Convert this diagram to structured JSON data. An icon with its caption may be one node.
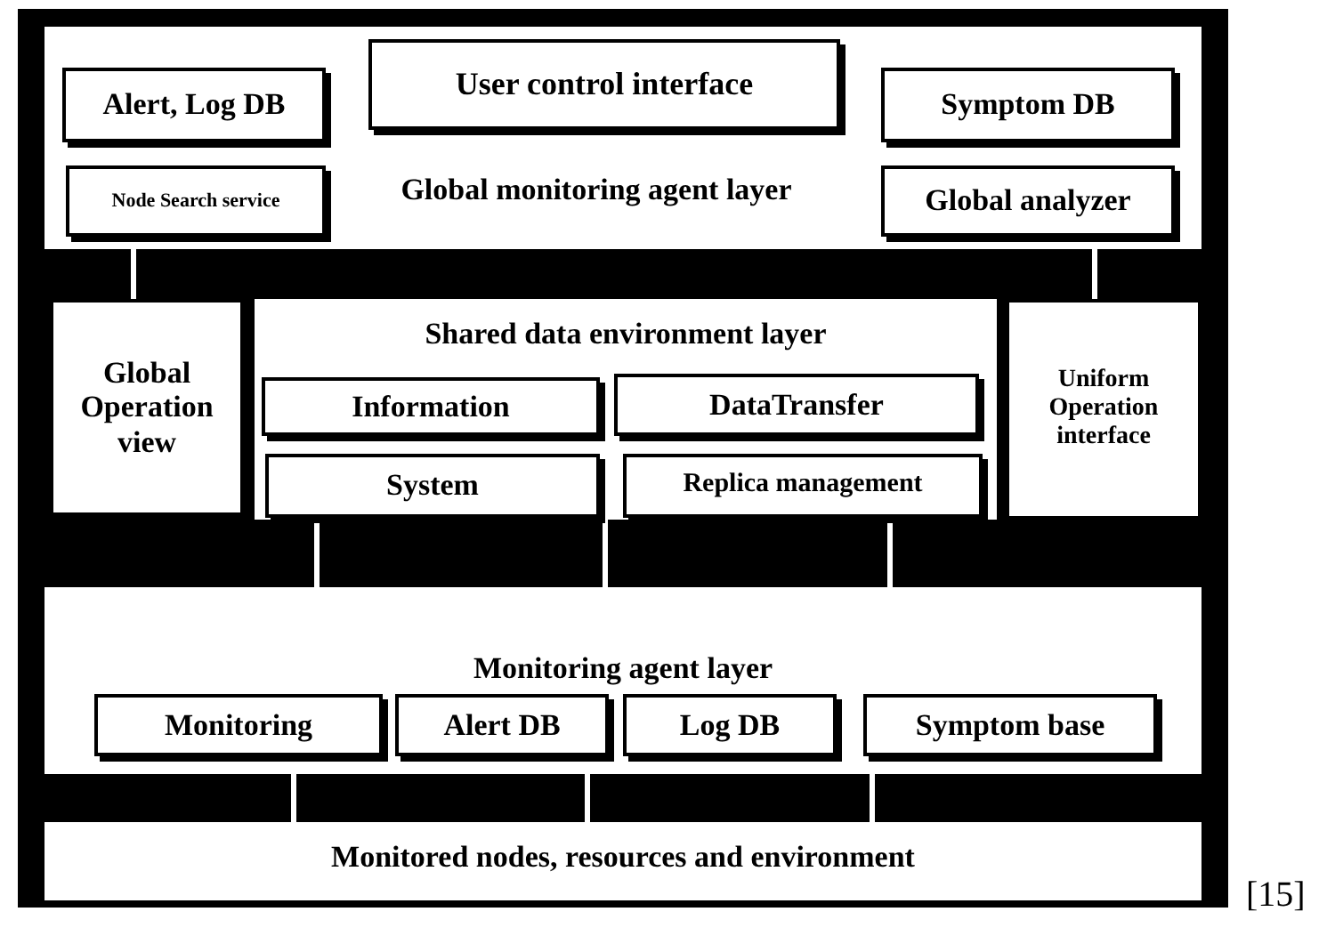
{
  "diagram": {
    "nodes": [
      {
        "text": [
          "Global monitoring agent layer"
        ]
      },
      {
        "text": [
          "Alert, Log DB"
        ],
        "in": 0
      },
      {
        "text": [
          "User control interface"
        ],
        "in": 0
      },
      {
        "text": [
          "Symptom DB"
        ],
        "in": 0
      },
      {
        "text": [
          "Node Search service"
        ],
        "in": 0
      },
      {
        "text": [
          "Global analyzer"
        ],
        "in": 0
      },
      {
        "text": [
          "Global Operation view"
        ]
      },
      {
        "text": [
          "Shared data environment layer"
        ]
      },
      {
        "text": [
          "Information"
        ],
        "in": 7
      },
      {
        "text": [
          "DataTransfer"
        ],
        "in": 7
      },
      {
        "text": [
          "System"
        ],
        "in": 7
      },
      {
        "text": [
          "Replica management"
        ],
        "in": 7
      },
      {
        "text": [
          "Uniform Operation interface"
        ]
      },
      {
        "text": [
          "Monitoring agent layer"
        ]
      },
      {
        "text": [
          "Monitoring"
        ],
        "in": 13
      },
      {
        "text": [
          "Alert DB"
        ],
        "in": 13
      },
      {
        "text": [
          "Log DB"
        ],
        "in": 13
      },
      {
        "text": [
          "Symptom base"
        ],
        "in": 13
      },
      {
        "text": [
          "Monitored nodes, resources and environment"
        ]
      }
    ],
    "edges": [
      {
        "from": 4,
        "to": 6,
        "arrow": "none"
      },
      {
        "from": 5,
        "to": 12,
        "arrow": "none"
      },
      {
        "from": 10,
        "to": 13,
        "arrow": "none"
      },
      {
        "from": 7,
        "to": 13,
        "arrow": "none"
      },
      {
        "from": 11,
        "to": 13,
        "arrow": "none"
      },
      {
        "from": 13,
        "to": 18,
        "arrow": "none"
      },
      {
        "from": 13,
        "to": 18,
        "arrow": "none"
      },
      {
        "from": 13,
        "to": 18,
        "arrow": "none"
      }
    ],
    "labels": [
      "[15]"
    ]
  }
}
